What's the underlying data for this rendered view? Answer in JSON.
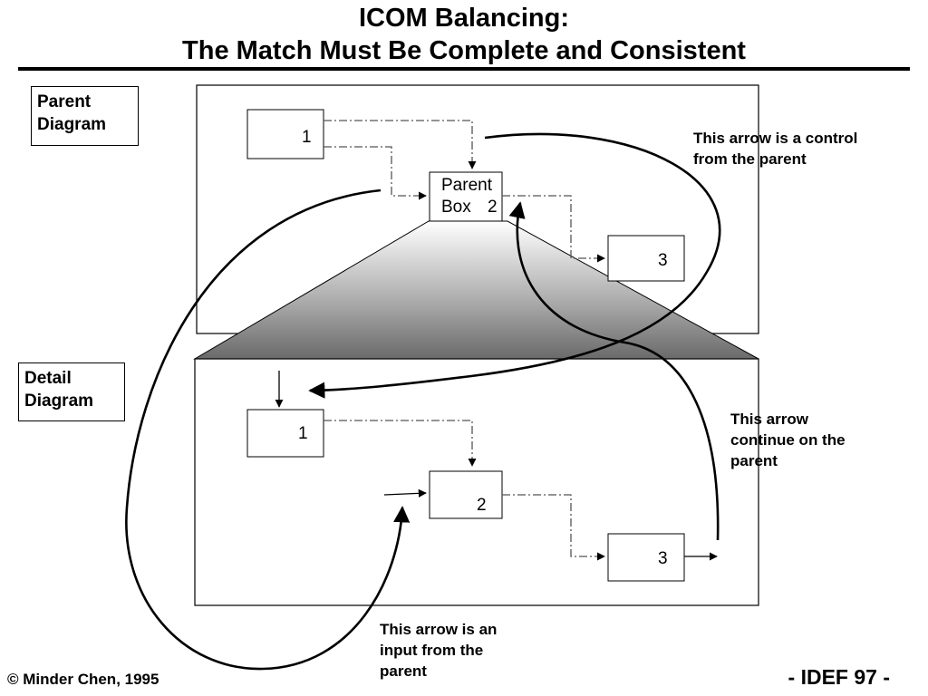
{
  "title": {
    "line1": "ICOM Balancing:",
    "line2": "The Match Must Be Complete and Consistent"
  },
  "parent_diagram": {
    "label_line1": "Parent",
    "label_line2": "Diagram",
    "box1": "1",
    "parent_box_line1": "Parent",
    "parent_box_line2": "Box",
    "parent_box_num": "2",
    "box3": "3"
  },
  "detail_diagram": {
    "label_line1": "Detail",
    "label_line2": "Diagram",
    "box1": "1",
    "box2": "2",
    "box3": "3"
  },
  "notes": {
    "control": [
      "This arrow is a control",
      "from the parent"
    ],
    "output": [
      "This arrow",
      "continue on the",
      "parent"
    ],
    "input": [
      "This arrow is an",
      "input from the",
      "parent"
    ]
  },
  "footer": {
    "copyright": "© Minder Chen, 1995",
    "page": "- IDEF 97 -"
  }
}
